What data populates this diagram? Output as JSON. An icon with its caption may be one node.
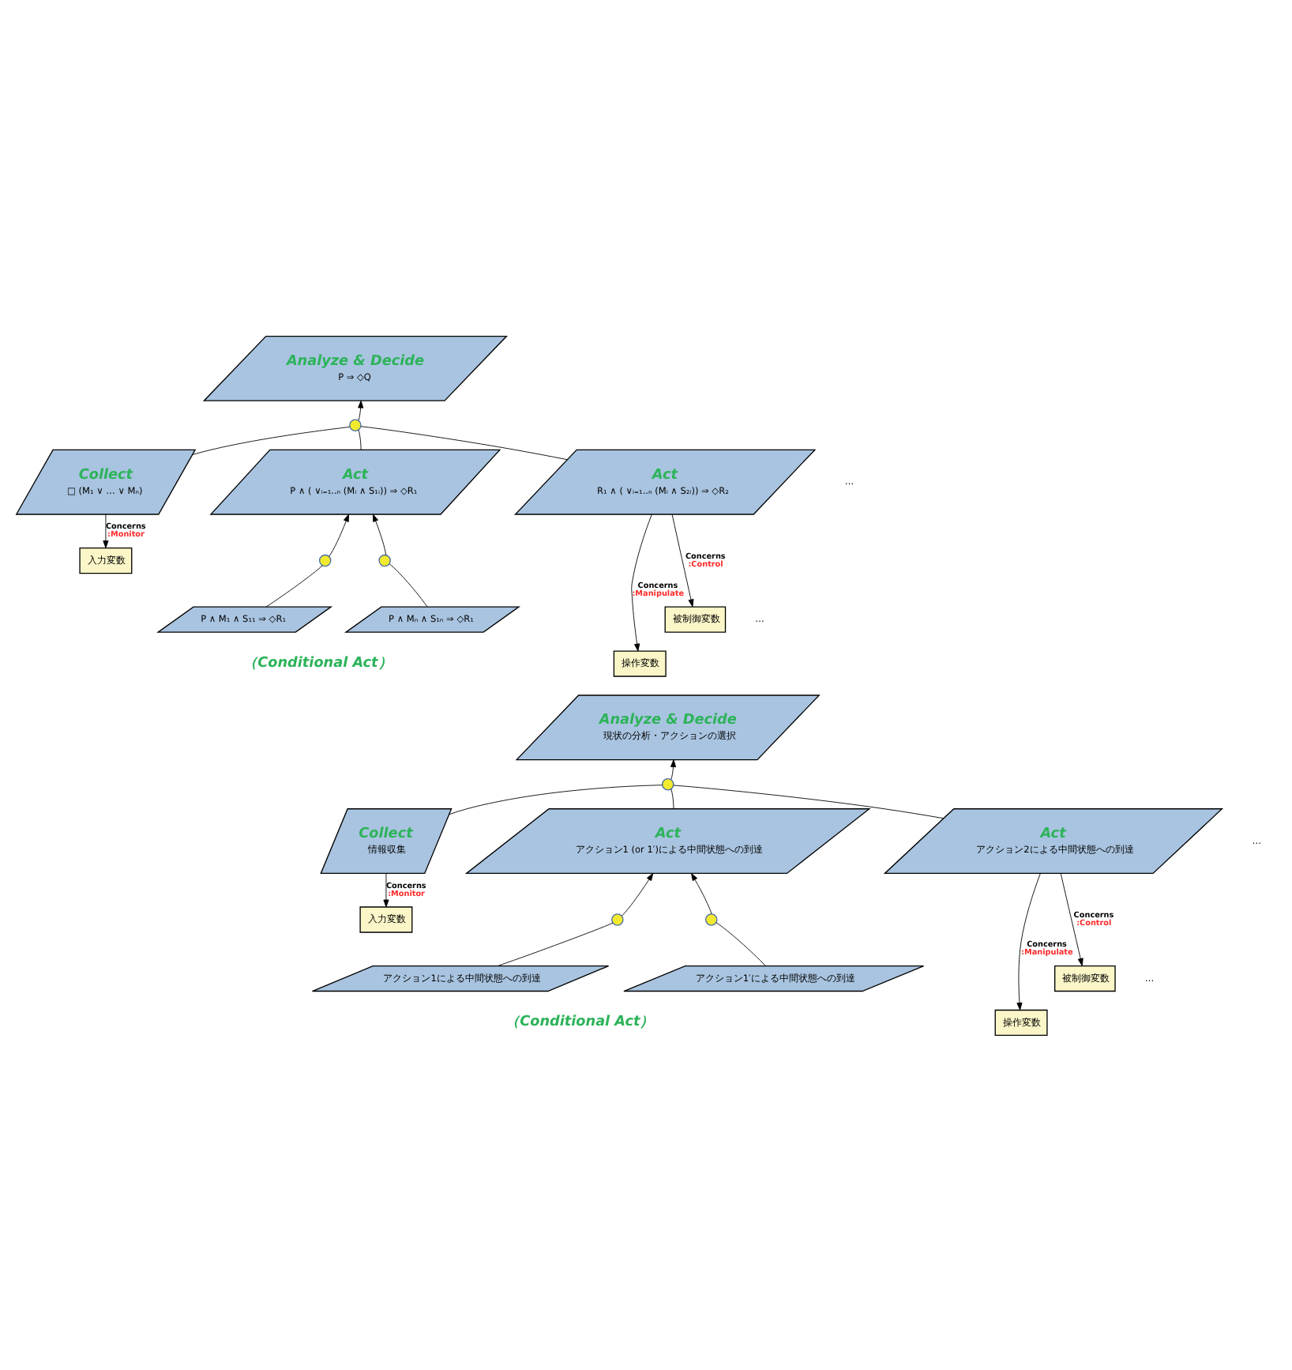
{
  "diagram": {
    "nodes": [
      {
        "text": [
          "Analyze & Decide",
          "P ⇒ ◇Q"
        ]
      },
      {
        "text": [],
        "shape": "circle"
      },
      {
        "text": [
          "Collect",
          "□ (M₁ ∨ … ∨ Mₙ)"
        ]
      },
      {
        "text": [
          "Act",
          "P ∧ ( ∨ᵢ₌₁..ₙ (Mᵢ ∧ S₁ᵢ)) ⇒ ◇R₁"
        ]
      },
      {
        "text": [
          "Act",
          "R₁ ∧ ( ∨ᵢ₌₁..ₙ (Mᵢ ∧ S₂ᵢ)) ⇒ ◇R₂"
        ]
      },
      {
        "text": [
          "入力変数"
        ]
      },
      {
        "text": [],
        "shape": "circle"
      },
      {
        "text": [],
        "shape": "circle"
      },
      {
        "text": [
          "P ∧ M₁ ∧ S₁₁ ⇒ ◇R₁"
        ]
      },
      {
        "text": [
          "P ∧ Mₙ ∧ S₁ₙ ⇒ ◇R₁"
        ]
      },
      {
        "text": [
          "操作変数"
        ]
      },
      {
        "text": [
          "被制御変数"
        ]
      },
      {
        "text": [
          "Analyze & Decide",
          "現状の分析・アクションの選択"
        ]
      },
      {
        "text": [],
        "shape": "circle"
      },
      {
        "text": [
          "Collect",
          "情報収集"
        ]
      },
      {
        "text": [
          "Act",
          "アクション1 (or 1′)による中間状態への到達"
        ]
      },
      {
        "text": [
          "Act",
          "アクション2による中間状態への到達"
        ]
      },
      {
        "text": [
          "入力変数"
        ]
      },
      {
        "text": [],
        "shape": "circle"
      },
      {
        "text": [],
        "shape": "circle"
      },
      {
        "text": [
          "アクション1による中間状態への到達"
        ]
      },
      {
        "text": [
          "アクション1′による中間状態への到達"
        ]
      },
      {
        "text": [
          "操作変数"
        ]
      },
      {
        "text": [
          "被制御変数"
        ]
      }
    ],
    "edges": [
      {
        "from": 1,
        "to": 0,
        "arrow": "to"
      },
      {
        "from": 2,
        "to": 1,
        "arrow": "none"
      },
      {
        "from": 3,
        "to": 1,
        "arrow": "none"
      },
      {
        "from": 4,
        "to": 1,
        "arrow": "none"
      },
      {
        "from": 2,
        "to": 5,
        "arrow": "to",
        "label": "Concerns :Monitor"
      },
      {
        "from": 8,
        "to": 6,
        "arrow": "none"
      },
      {
        "from": 6,
        "to": 3,
        "arrow": "to"
      },
      {
        "from": 9,
        "to": 7,
        "arrow": "none"
      },
      {
        "from": 7,
        "to": 3,
        "arrow": "to"
      },
      {
        "from": 4,
        "to": 10,
        "arrow": "to",
        "label": "Concerns :Manipulate"
      },
      {
        "from": 4,
        "to": 11,
        "arrow": "to",
        "label": "Concerns :Control"
      },
      {
        "from": 13,
        "to": 12,
        "arrow": "to"
      },
      {
        "from": 14,
        "to": 13,
        "arrow": "none"
      },
      {
        "from": 15,
        "to": 13,
        "arrow": "none"
      },
      {
        "from": 16,
        "to": 13,
        "arrow": "none"
      },
      {
        "from": 14,
        "to": 17,
        "arrow": "to",
        "label": "Concerns :Monitor"
      },
      {
        "from": 20,
        "to": 18,
        "arrow": "none"
      },
      {
        "from": 18,
        "to": 15,
        "arrow": "to"
      },
      {
        "from": 21,
        "to": 19,
        "arrow": "none"
      },
      {
        "from": 19,
        "to": 15,
        "arrow": "to"
      },
      {
        "from": 16,
        "to": 22,
        "arrow": "to",
        "label": "Concerns :Manipulate"
      },
      {
        "from": 16,
        "to": 23,
        "arrow": "to",
        "label": "Concerns :Control"
      }
    ],
    "labels": [
      "…",
      "…",
      "（Conditional Act）",
      "…",
      "…",
      "（Conditional Act）"
    ]
  }
}
